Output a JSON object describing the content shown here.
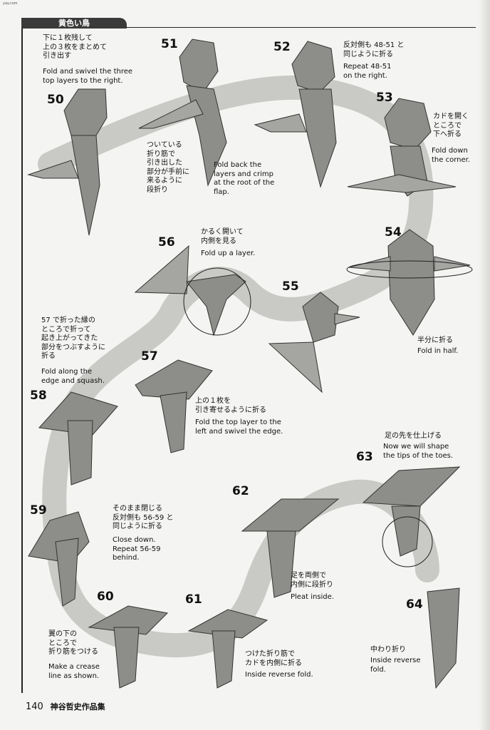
{
  "header": {
    "watermark": "yay.com",
    "section_title": "黄色い鳥"
  },
  "steps": [
    {
      "num": "50",
      "text_ja": "下に１枚残して\n上の３枚をまとめて\n引き出す",
      "text_en": "Fold and swivel the three\ntop layers to the right."
    },
    {
      "num": "51",
      "text_ja": "ついている\n折り筋で\n引き出した\n部分が手前に\n来るように\n段折り",
      "text_en": "Fold back the\nlayers and crimp\nat the root of the\nflap."
    },
    {
      "num": "52",
      "text_ja": "反対側も 48-51 と\n同じように折る",
      "text_en": "Repeat 48-51\non the right."
    },
    {
      "num": "53",
      "text_ja": "カドを開く\nところで\n下へ折る",
      "text_en": "Fold down\nthe corner."
    },
    {
      "num": "54",
      "text_ja": "半分に折る",
      "text_en": "Fold in half."
    },
    {
      "num": "55",
      "text_ja": "",
      "text_en": ""
    },
    {
      "num": "56",
      "text_ja": "かるく開いて\n内側を見る",
      "text_en": "Fold up a layer."
    },
    {
      "num": "57",
      "text_ja": "上の１枚を\n引き寄せるように折る",
      "text_en": "Fold the top layer to the\nleft and swivel the edge."
    },
    {
      "num": "58",
      "text_ja": "57 で折った縁の\nところで折って\n起き上がってきた\n部分をつぶすように\n折る",
      "text_en": "Fold along the\nedge and squash."
    },
    {
      "num": "59",
      "text_ja": "そのまま閉じる\n反対側も 56-59 と\n同じように折る",
      "text_en": "Close down.\nRepeat 56-59\nbehind."
    },
    {
      "num": "60",
      "text_ja": "翼の下の\nところで\n折り筋をつける",
      "text_en": "Make a crease\nline as shown."
    },
    {
      "num": "61",
      "text_ja": "つけた折り筋で\nカドを内側に折る",
      "text_en": "Inside reverse fold."
    },
    {
      "num": "62",
      "text_ja": "足を両側で\n内側に段折り",
      "text_en": "Pleat inside."
    },
    {
      "num": "63",
      "text_ja": "足の先を仕上げる",
      "text_en": "Now we will shape\nthe tips of the toes."
    },
    {
      "num": "64",
      "text_ja": "中わり折り",
      "text_en": "Inside reverse\nfold."
    }
  ],
  "footer": {
    "page_number": "140",
    "book_title": "神谷哲史作品集"
  }
}
